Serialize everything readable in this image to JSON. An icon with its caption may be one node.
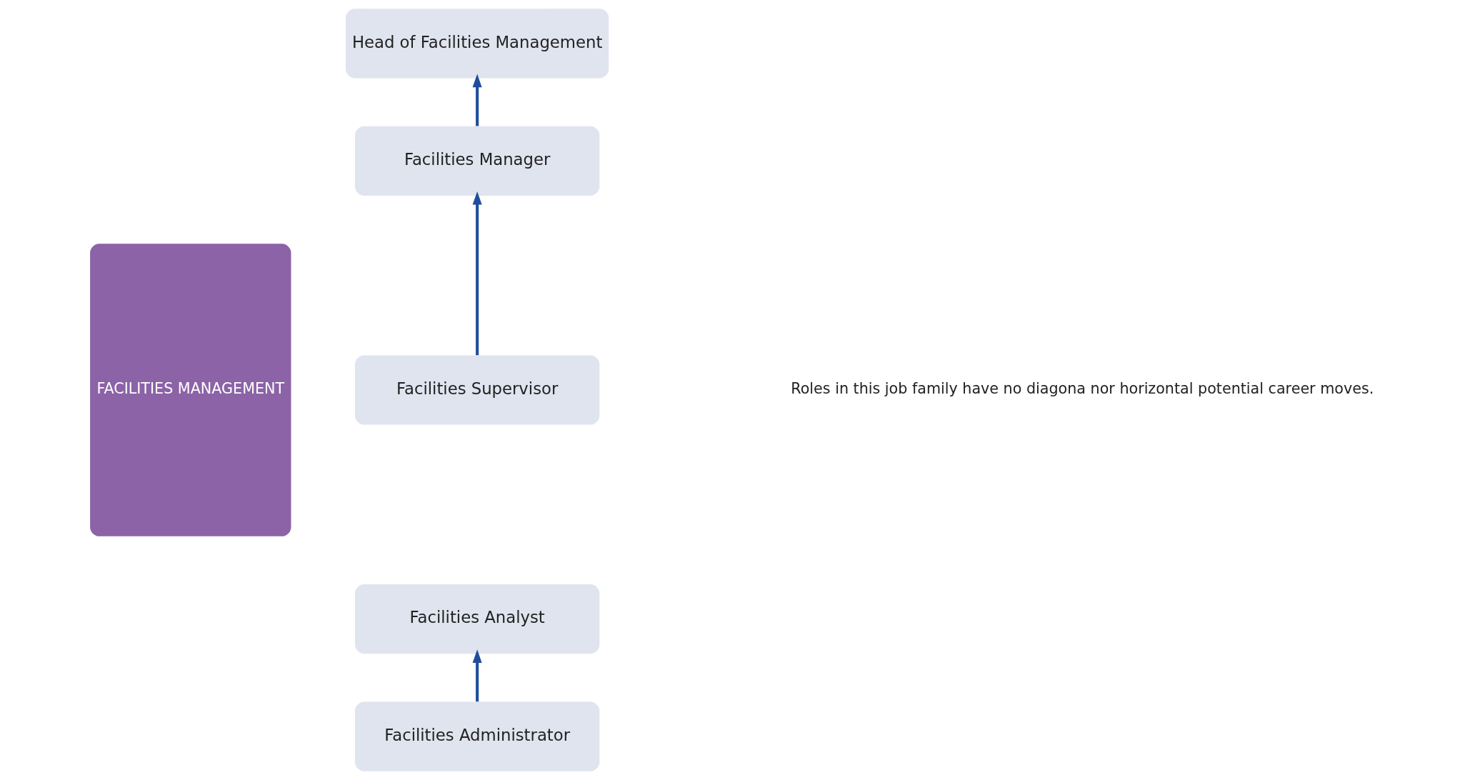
{
  "diagram": {
    "nodes": [
      {
        "text": [
          "FACILITIES MANAGEMENT"
        ]
      },
      {
        "text": [
          "Head of Facilities Management"
        ]
      },
      {
        "text": [
          "Facilities Manager"
        ]
      },
      {
        "text": [
          "Facilities Supervisor"
        ]
      },
      {
        "text": [
          "Facilities Analyst"
        ]
      },
      {
        "text": [
          "Facilities Administrator"
        ]
      }
    ],
    "edges": [
      {
        "from": 2,
        "to": 1,
        "arrow": "to"
      },
      {
        "from": 3,
        "to": 2,
        "arrow": "to"
      },
      {
        "from": 5,
        "to": 4,
        "arrow": "to"
      }
    ],
    "labels": [
      "Roles in this job family have no diagona nor horizontal potential career moves."
    ]
  }
}
